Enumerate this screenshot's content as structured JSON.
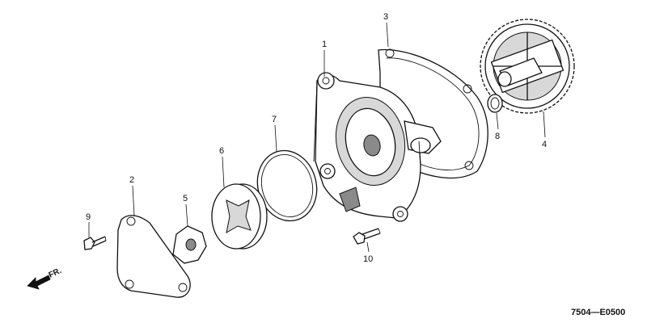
{
  "diagram_code": "7504—E0500",
  "front_indicator": "FR.",
  "parts": [
    {
      "key": "p1",
      "number": "1"
    },
    {
      "key": "p2",
      "number": "2"
    },
    {
      "key": "p3",
      "number": "3"
    },
    {
      "key": "p4",
      "number": "4"
    },
    {
      "key": "p5",
      "number": "5"
    },
    {
      "key": "p6",
      "number": "6"
    },
    {
      "key": "p7",
      "number": "7"
    },
    {
      "key": "p8",
      "number": "8"
    },
    {
      "key": "p9",
      "number": "9"
    },
    {
      "key": "p10",
      "number": "10"
    }
  ]
}
